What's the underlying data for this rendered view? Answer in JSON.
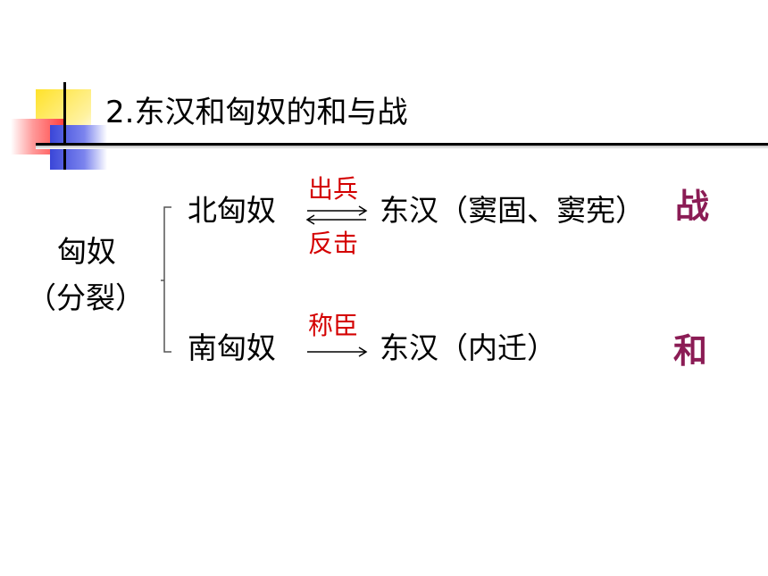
{
  "title": "2.东汉和匈奴的和与战",
  "left": {
    "line1": "匈奴",
    "line2": "（分裂）"
  },
  "north": {
    "name": "北匈奴",
    "arrow_top": "出兵",
    "arrow_bottom": "反击",
    "target": "东汉（窦固、窦宪）",
    "verdict": "战"
  },
  "south": {
    "name": "南匈奴",
    "arrow_top": "称臣",
    "target": "东汉（内迁）",
    "verdict": "和"
  },
  "colors": {
    "label_red": "#d40000",
    "verdict_purple": "#8b1c55"
  }
}
